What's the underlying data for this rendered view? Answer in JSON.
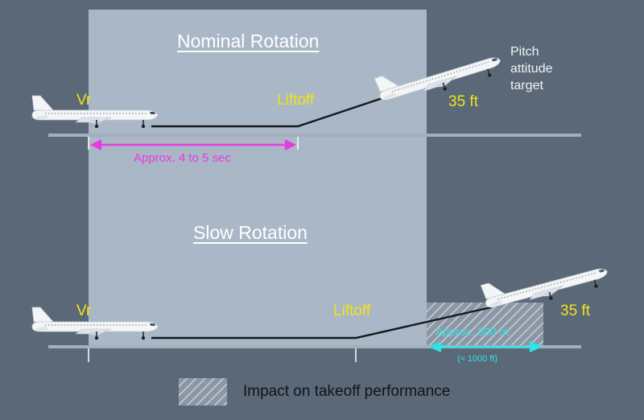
{
  "scenarios": {
    "nominal": {
      "title": "Nominal Rotation",
      "vr_label": "Vr",
      "liftoff_label": "Liftoff",
      "altitude_label": "35 ft",
      "pitch_label": "Pitch attitude target",
      "duration_label": "Approx. 4 to 5 sec"
    },
    "slow": {
      "title": "Slow Rotation",
      "vr_label": "Vr",
      "liftoff_label": "Liftoff",
      "altitude_label": "35 ft",
      "distance_label": "Approx. 300 m",
      "distance_sub_label": "(≈ 1000 ft)"
    }
  },
  "legend": {
    "label": "Impact on takeoff performance"
  },
  "colors": {
    "background": "#5a6878",
    "panel": "#aab7c6",
    "label_yellow": "#f2e31b",
    "duration_arrow": "#e83ae3",
    "distance_arrow": "#31e3e8"
  }
}
